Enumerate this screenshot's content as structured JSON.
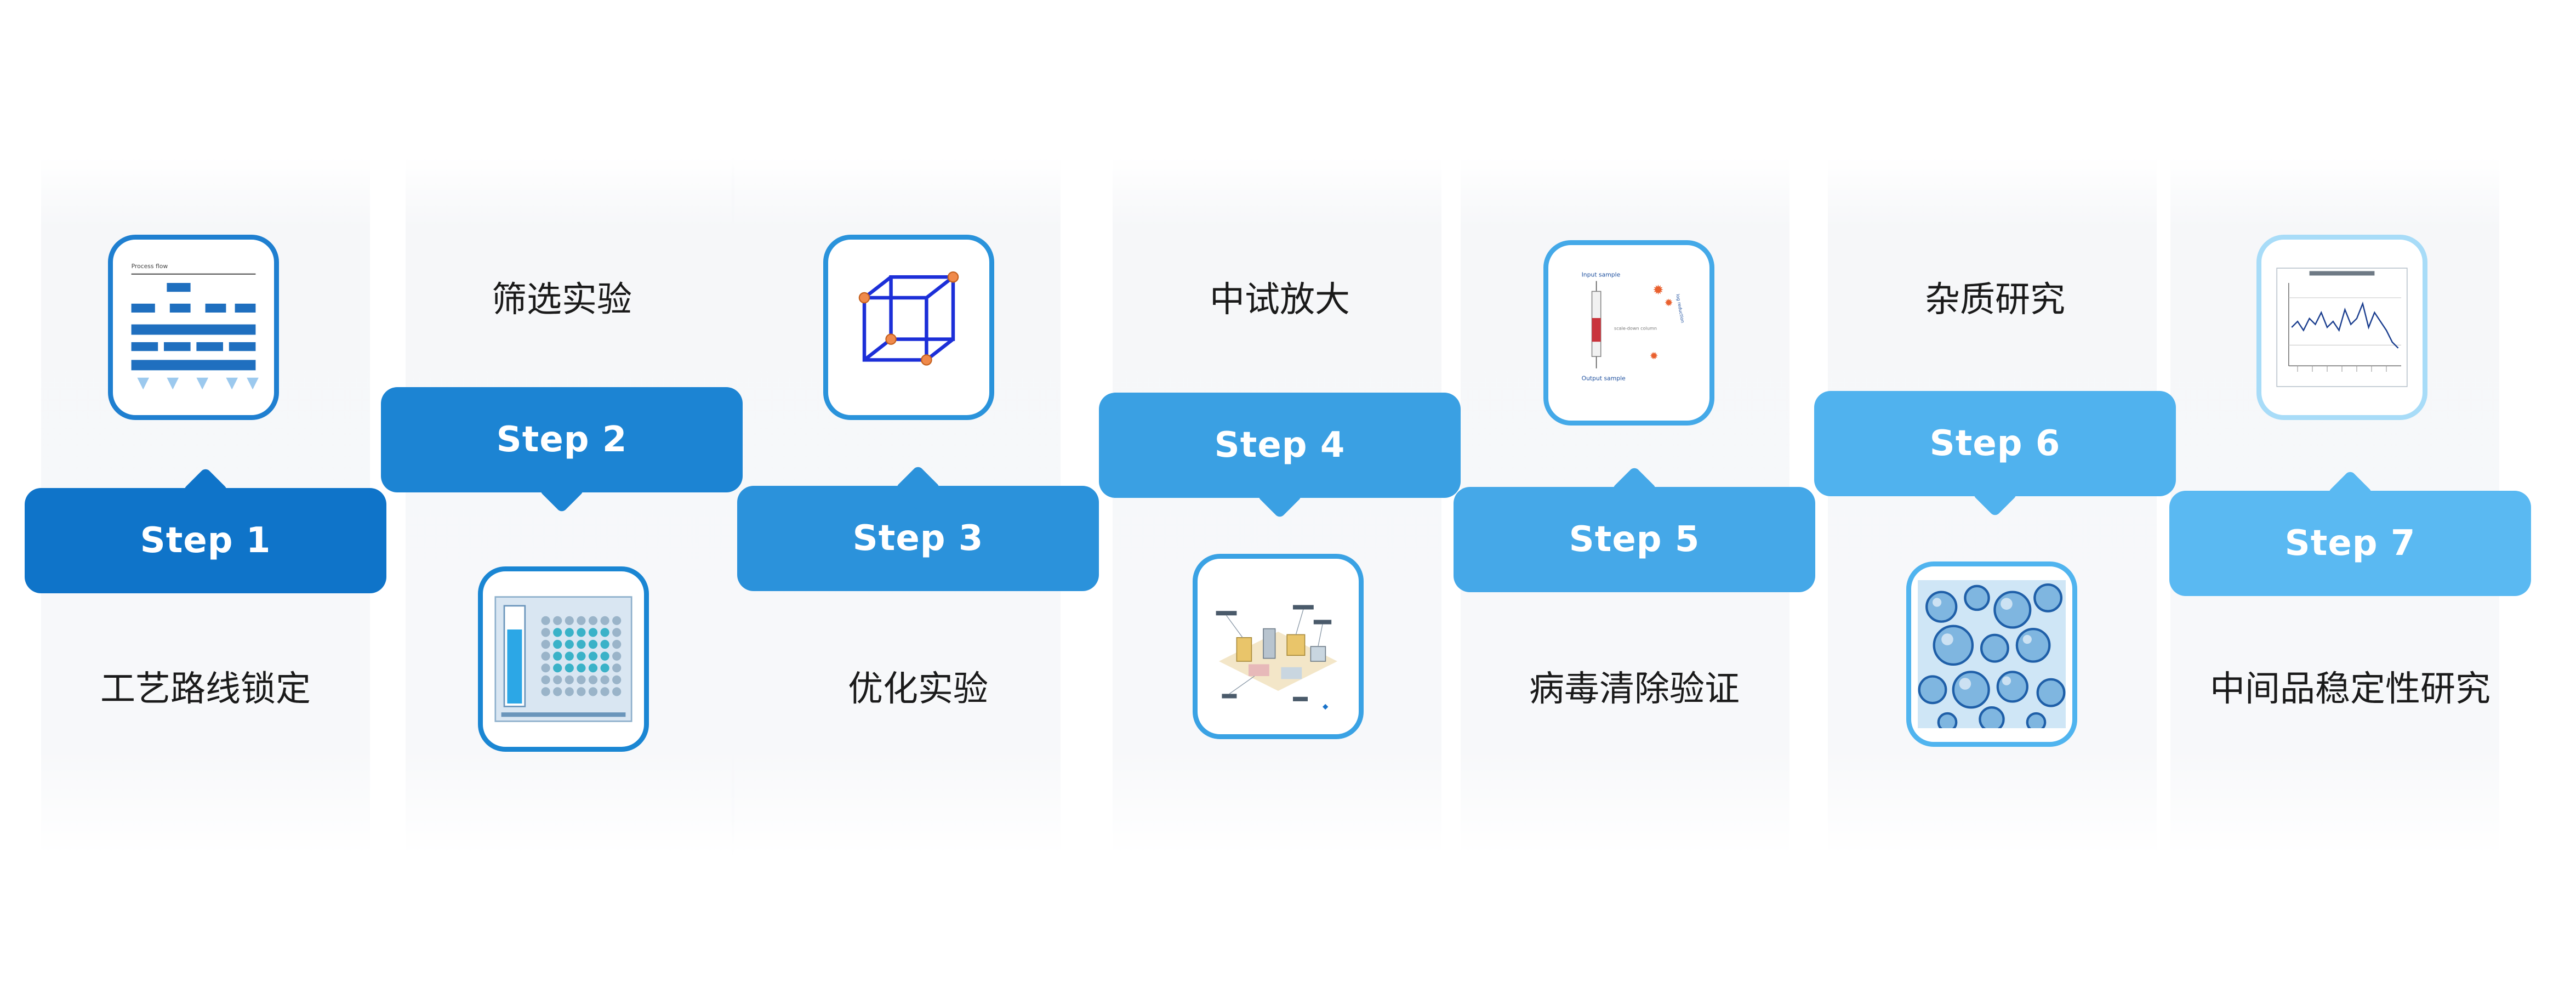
{
  "steps": [
    {
      "label": "Step 1",
      "title": "工艺路线锁定",
      "color": "#0f74c9",
      "icon": "process-flow-icon"
    },
    {
      "label": "Step 2",
      "title": "筛选实验",
      "color": "#1c84d3",
      "icon": "plate-screen-icon"
    },
    {
      "label": "Step 3",
      "title": "优化实验",
      "color": "#2b92db",
      "icon": "cube-design-icon"
    },
    {
      "label": "Step 4",
      "title": "中试放大",
      "color": "#3aa0e3",
      "icon": "pilot-plant-icon"
    },
    {
      "label": "Step 5",
      "title": "病毒清除验证",
      "color": "#45a8e8",
      "icon": "virus-clearance-icon"
    },
    {
      "label": "Step 6",
      "title": "杂质研究",
      "color": "#50b2ee",
      "icon": "impurity-icon"
    },
    {
      "label": "Step 7",
      "title": "中间品稳定性研究",
      "color": "#5ab9f2",
      "icon": "stability-chart-icon"
    }
  ],
  "figure_text": {
    "step1_header": "Process flow",
    "step5_input": "Input sample",
    "step5_output": "Output sample",
    "step5_scale": "scale-down column",
    "step5_log": "log reduction"
  }
}
